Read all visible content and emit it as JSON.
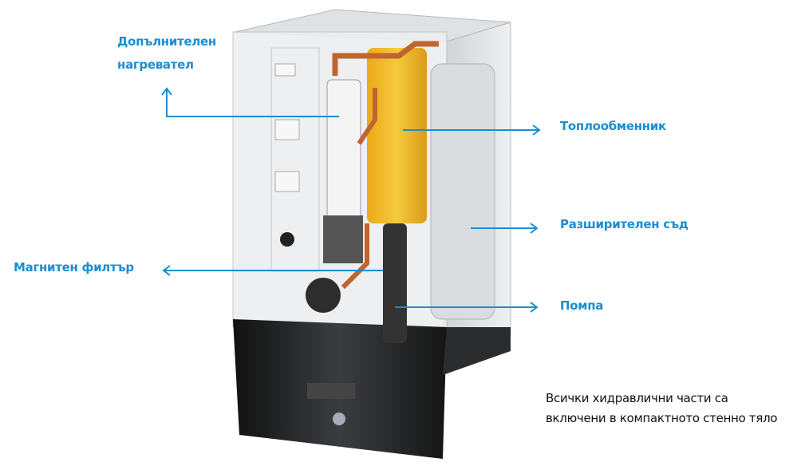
{
  "accent_color": "#1a8fcf",
  "labels": {
    "additional_heater_line1": "Допълнителен",
    "additional_heater_line2": "нагревател",
    "heat_exchanger": "Топлообменник",
    "expansion_vessel": "Разширителен съд",
    "magnetic_filter": "Магнитен филтър",
    "pump": "Помпа"
  },
  "note": {
    "line1": "Всички хидравлични части са",
    "line2": "включени в компактното стенно тяло"
  }
}
